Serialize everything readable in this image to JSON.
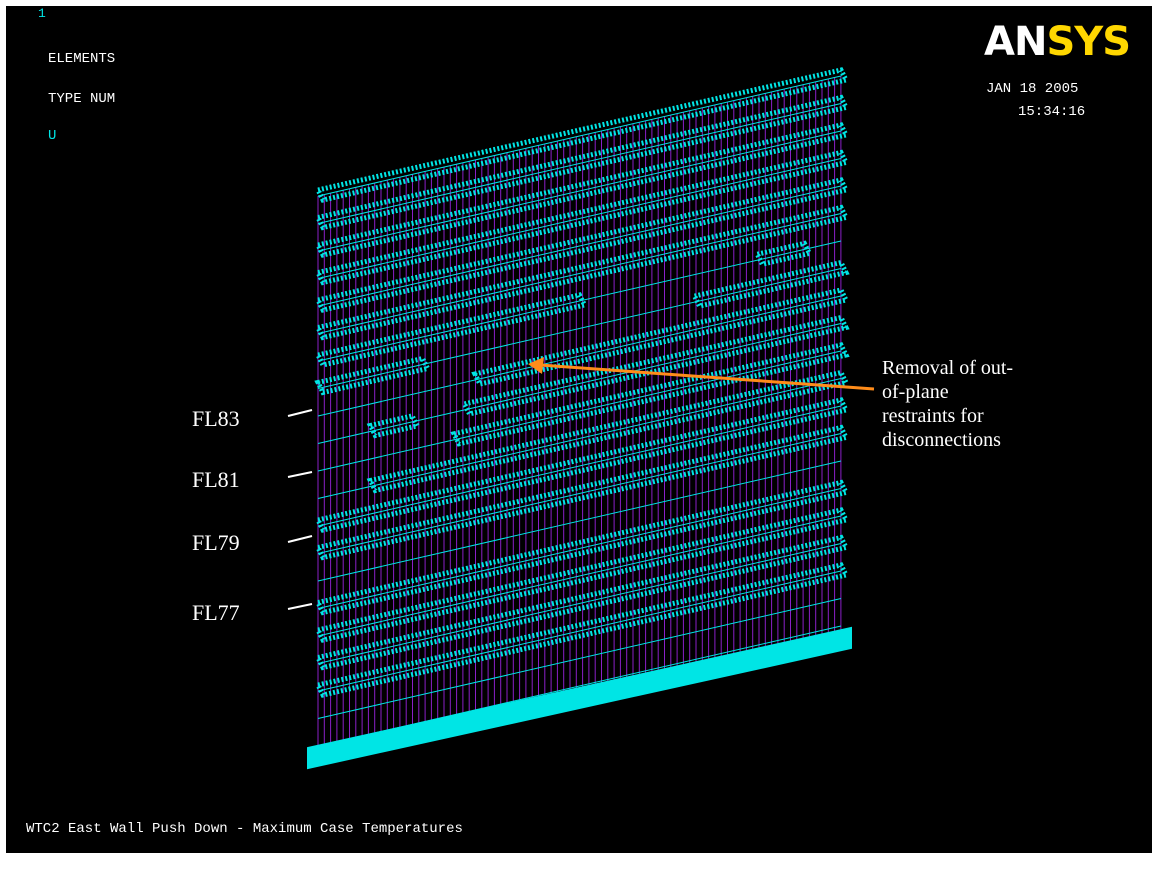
{
  "viewport": {
    "window_number": "1",
    "display_options": [
      "ELEMENTS",
      "TYPE NUM",
      "U"
    ],
    "date": "JAN 18 2005",
    "time": "15:34:16",
    "footer_title": "WTC2 East Wall Push Down - Maximum Case Temperatures"
  },
  "logo": {
    "part1": "AN",
    "part2": "SYS"
  },
  "floor_labels": [
    "FL83",
    "FL81",
    "FL79",
    "FL77"
  ],
  "annotation": {
    "lines": [
      "Removal of out-",
      "of-plane",
      "restraints for",
      "disconnections"
    ]
  },
  "colors": {
    "background": "#000000",
    "element": "#8a20c8",
    "restraint": "#00e5e5",
    "arrow": "#ff8c1a",
    "text": "#ffffff",
    "logo_part2": "#ffd700"
  }
}
